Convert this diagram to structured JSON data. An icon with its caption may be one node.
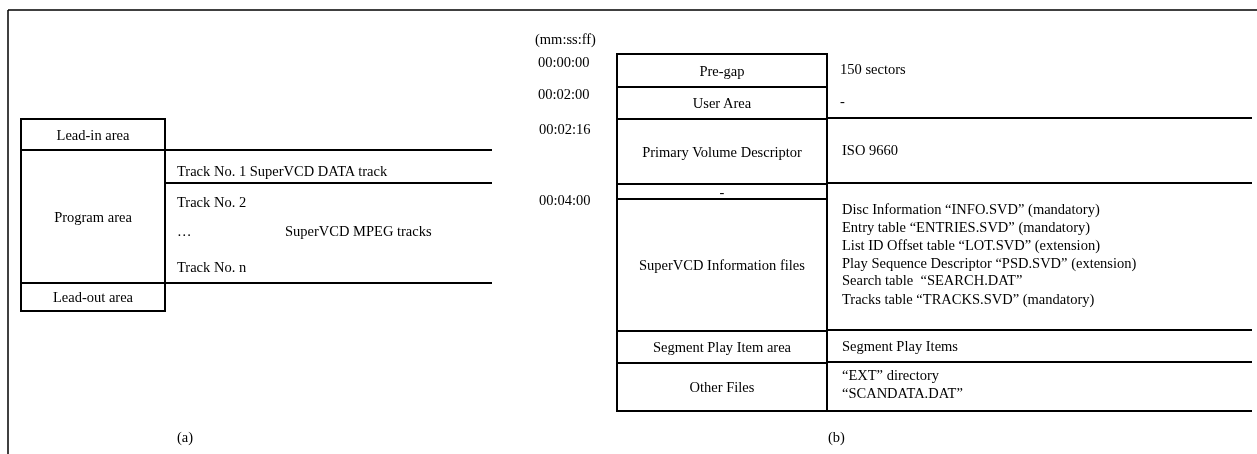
{
  "diagram": {
    "nodes": [
      {
        "text": [
          "Lead-in area"
        ]
      },
      {
        "text": [
          "Program area"
        ]
      },
      {
        "text": [
          "Lead-out area"
        ]
      },
      {
        "text": [
          "Pre-gap"
        ]
      },
      {
        "text": [
          "User Area"
        ]
      },
      {
        "text": [
          "Primary Volume Descriptor"
        ]
      },
      {
        "text": [
          "-"
        ]
      },
      {
        "text": [
          "SuperVCD Information files"
        ]
      },
      {
        "text": [
          "Segment Play Item area"
        ]
      },
      {
        "text": [
          "Other Files"
        ]
      }
    ],
    "labels": [
      "Track No. 1 SuperVCD DATA track",
      "Track No. 2",
      "…",
      "SuperVCD MPEG tracks",
      "Track No. n",
      "(a)",
      "(mm:ss:ff)",
      "00:00:00",
      "00:02:00",
      "00:02:16",
      "00:04:00",
      "150 sectors",
      "-",
      "ISO 9660",
      "Disc Information “INFO.SVD” (mandatory)",
      "Entry table “ENTRIES.SVD” (mandatory)",
      "List ID Offset table “LOT.SVD” (extension)",
      "Play Sequence Descriptor “PSD.SVD” (extension)",
      "Search table  “SEARCH.DAT”",
      "Tracks table “TRACKS.SVD” (mandatory)",
      "Segment Play Items",
      "“EXT” directory",
      "“SCANDATA.DAT”",
      "(b)"
    ]
  }
}
